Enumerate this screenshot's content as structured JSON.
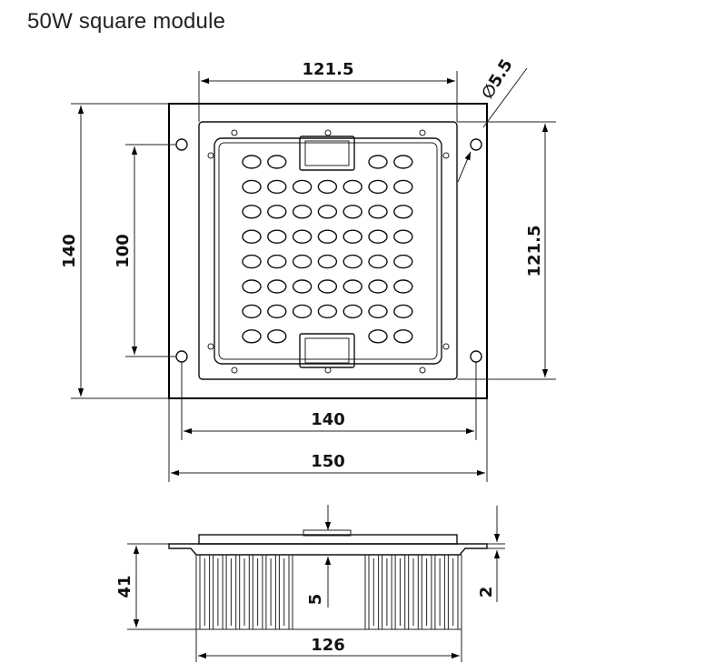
{
  "title": "50W square module",
  "dimensions": {
    "top_width": "121.5",
    "hole_diameter": "∅5.5",
    "right_height": "121.5",
    "left_outer_height": "140",
    "left_hole_spacing": "100",
    "bottom_hole_spacing": "140",
    "bottom_overall_width": "150",
    "side_height": "41",
    "side_center_step": "5",
    "side_plate_thickness": "2",
    "side_width": "126"
  },
  "led_grid": {
    "rows": 8,
    "columns": 7
  }
}
